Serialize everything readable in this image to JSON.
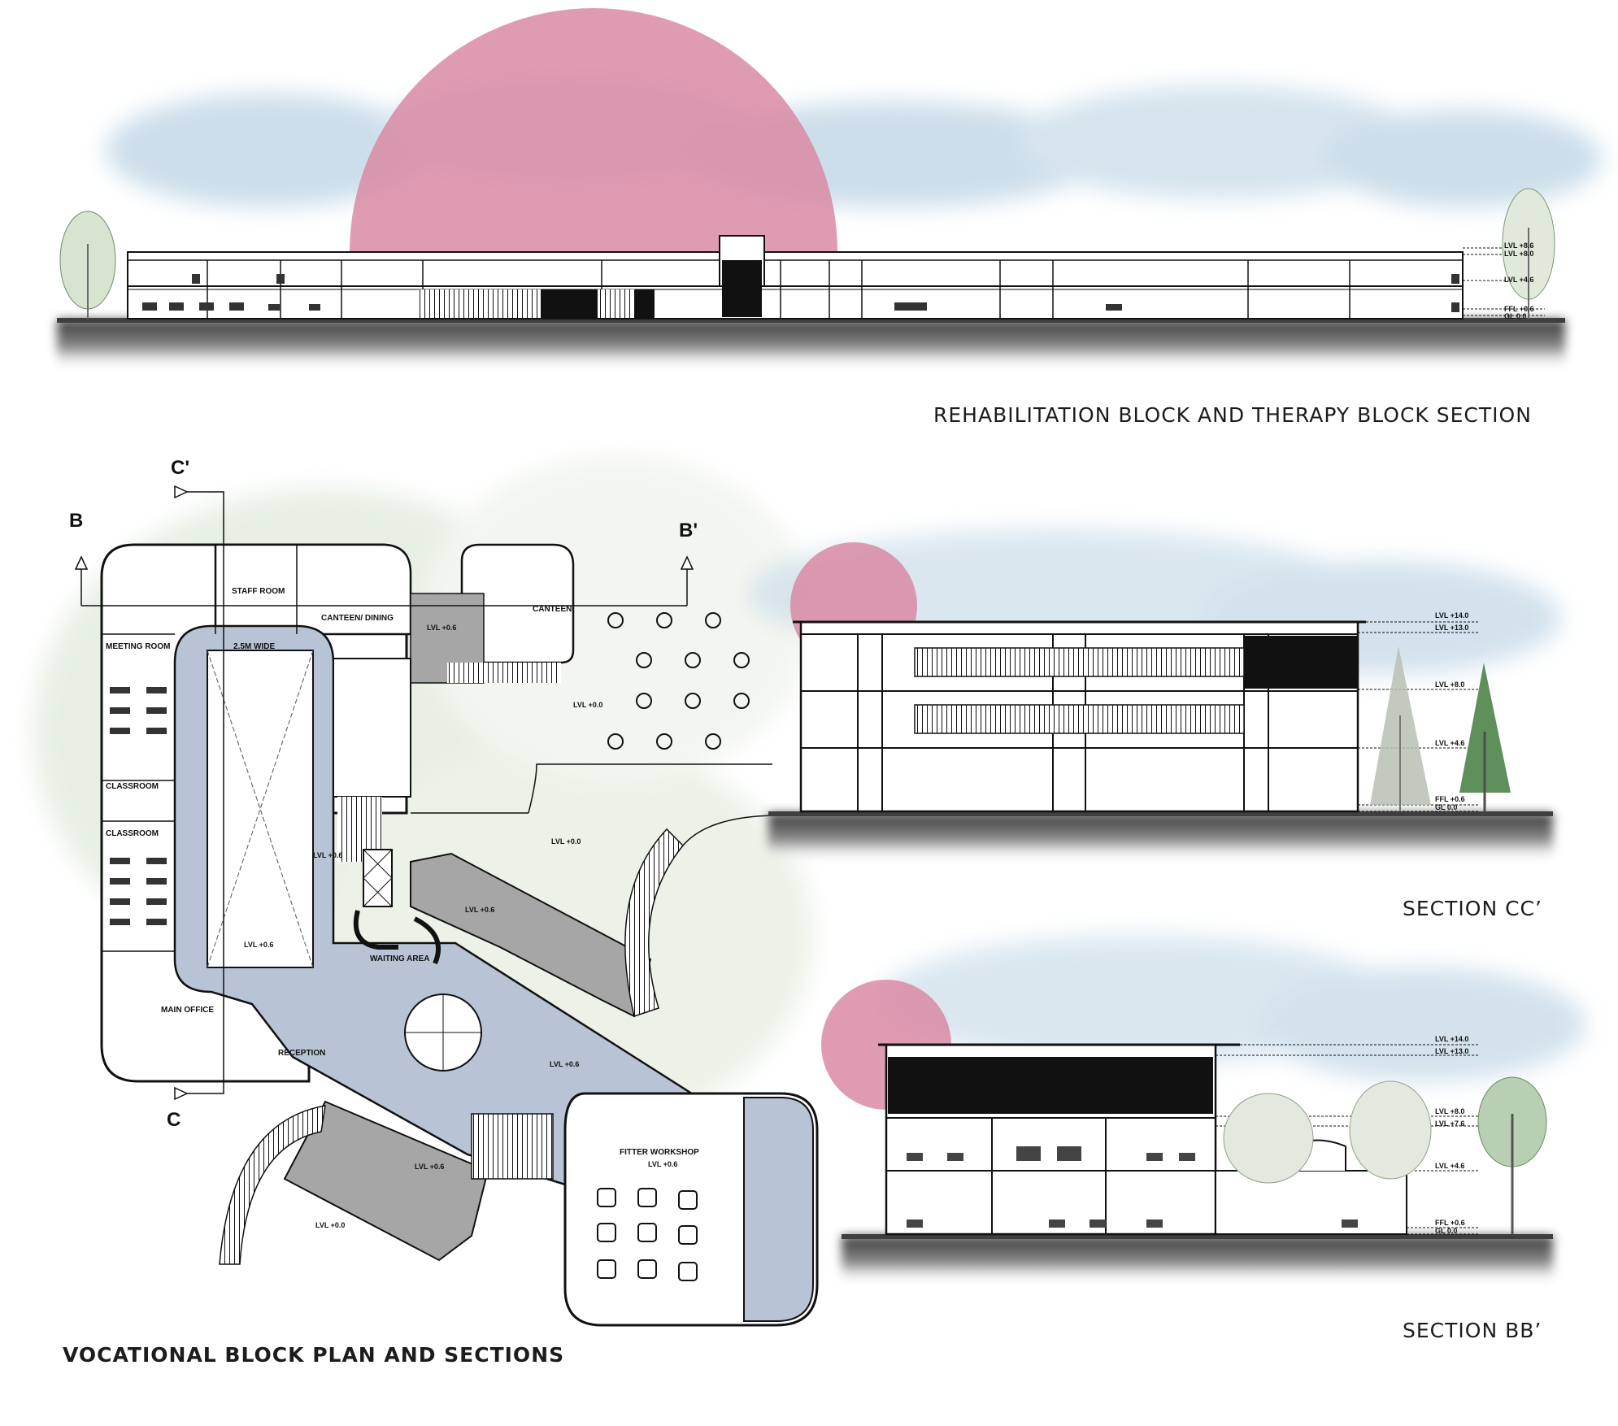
{
  "titles": {
    "top_section": "REHABILITATION BLOCK AND THERAPY BLOCK SECTION",
    "section_cc": "SECTION CC’",
    "section_bb": "SECTION BB’",
    "plan": "VOCATIONAL BLOCK PLAN AND SECTIONS"
  },
  "section_markers": {
    "b": "B",
    "b_prime": "B'",
    "c": "C",
    "c_prime": "C'"
  },
  "rooms": {
    "meeting": "MEETING ROOM",
    "staff": "STAFF ROOM",
    "canteen_dining": "CANTEEN/ DINING",
    "canteen": "CANTEEN",
    "corridor": "2.5M WIDE",
    "classroom1": "CLASSROOM",
    "classroom2": "CLASSROOM",
    "waiting": "WAITING AREA",
    "main_office": "MAIN OFFICE",
    "reception": "RECEPTION",
    "fitter": "FITTER WORKSHOP"
  },
  "plan_levels": {
    "canteen_lvl": "LVL +0.6",
    "dining_lvl": "LVL +0.0",
    "stair_lvl": "LVL +0.6",
    "court_lvl": "LVL +0.6",
    "ramp_lvl": "LVL +0.6",
    "outer_lvl": "LVL +0.0",
    "hall_lvl": "LVL +0.6",
    "lower_ramp_lvl": "LVL +0.6",
    "ground_lvl": "LVL +0.0",
    "fitter_lvl": "LVL +0.6"
  },
  "cc_levels": [
    "LVL +14.0",
    "LVL +13.0",
    "LVL +8.0",
    "LVL +4.6",
    "FFL +0.6",
    "GL 0.0"
  ],
  "bb_levels": [
    "LVL +14.0",
    "LVL +13.0",
    "LVL +8.0",
    "LVL +7.6",
    "LVL +4.6",
    "FFL +0.6",
    "GL 0.0"
  ],
  "top_levels": [
    "LVL +8.6",
    "LVL +8.0",
    "LVL +4.6",
    "FFL +0.6",
    "GL 0.0"
  ],
  "colors": {
    "sun": "#d98aa4",
    "sky": "#bcd3e3",
    "ground": "#3f3f3f",
    "plan_floor": "#b8c4d6",
    "ramp": "#a6a6a6",
    "tree": "#5f8f5a",
    "wash": "#d9e8d2"
  }
}
